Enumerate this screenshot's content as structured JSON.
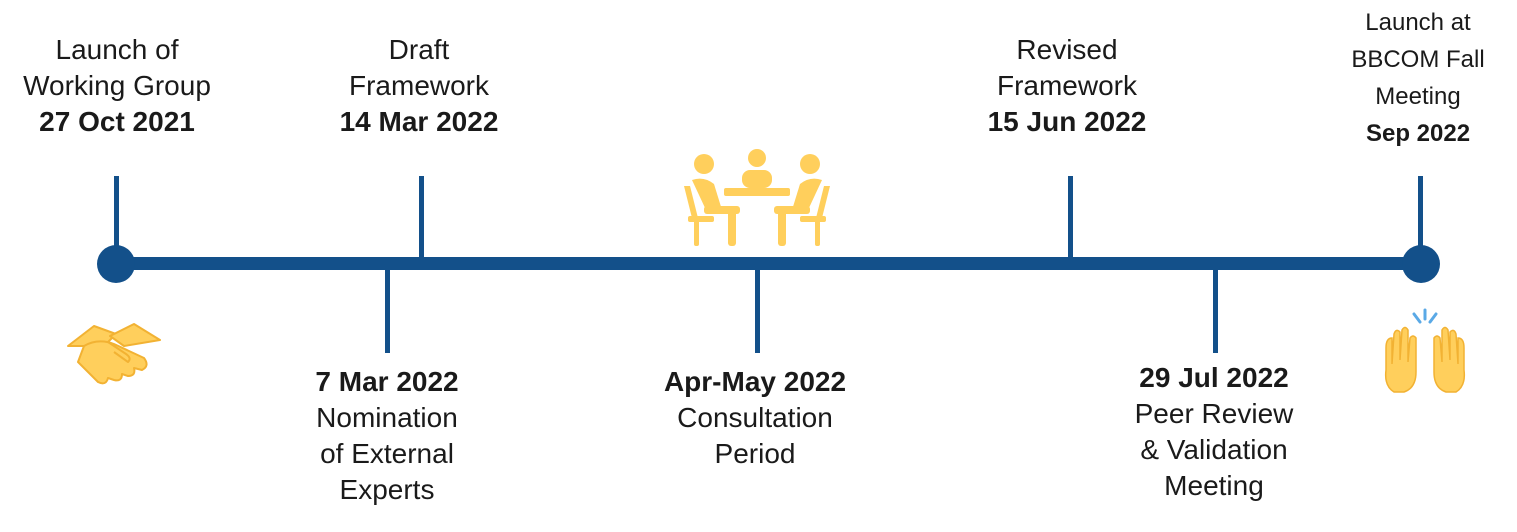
{
  "events": [
    {
      "id": "working-group",
      "lines": [
        "Launch of",
        "Working Group"
      ],
      "date": "27 Oct 2021"
    },
    {
      "id": "draft-framework",
      "lines": [
        "Draft",
        "Framework"
      ],
      "date": "14 Mar 2022"
    },
    {
      "id": "revised-framework",
      "lines": [
        "Revised",
        "Framework"
      ],
      "date": "15 Jun 2022"
    },
    {
      "id": "launch-bbcom",
      "lines": [
        "Launch at",
        "BBCOM Fall",
        "Meeting"
      ],
      "date": "Sep 2022"
    },
    {
      "id": "nomination",
      "date": "7 Mar 2022",
      "lines": [
        "Nomination",
        "of External",
        "Experts"
      ]
    },
    {
      "id": "consultation",
      "date": "Apr-May 2022",
      "lines": [
        "Consultation",
        "Period"
      ]
    },
    {
      "id": "peer-review",
      "date": "29 Jul 2022",
      "lines": [
        "Peer Review",
        "& Validation",
        "Meeting"
      ]
    }
  ],
  "icons": {
    "start": "handshake-icon",
    "middle": "meeting-icon",
    "end": "raised-hands-icon"
  },
  "colors": {
    "line": "#13508a",
    "icon_fill": "#ffcf5c",
    "icon_dark": "#f2b233",
    "sparkle": "#5aa9e6"
  }
}
